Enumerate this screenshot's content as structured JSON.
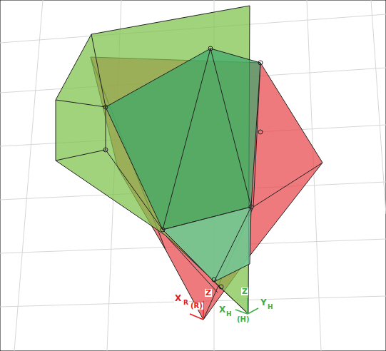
{
  "diagram": {
    "labels": [
      "X",
      "R",
      "(R)",
      "Z",
      "Z",
      "Y",
      "H",
      "X",
      "H",
      "(H)"
    ]
  }
}
